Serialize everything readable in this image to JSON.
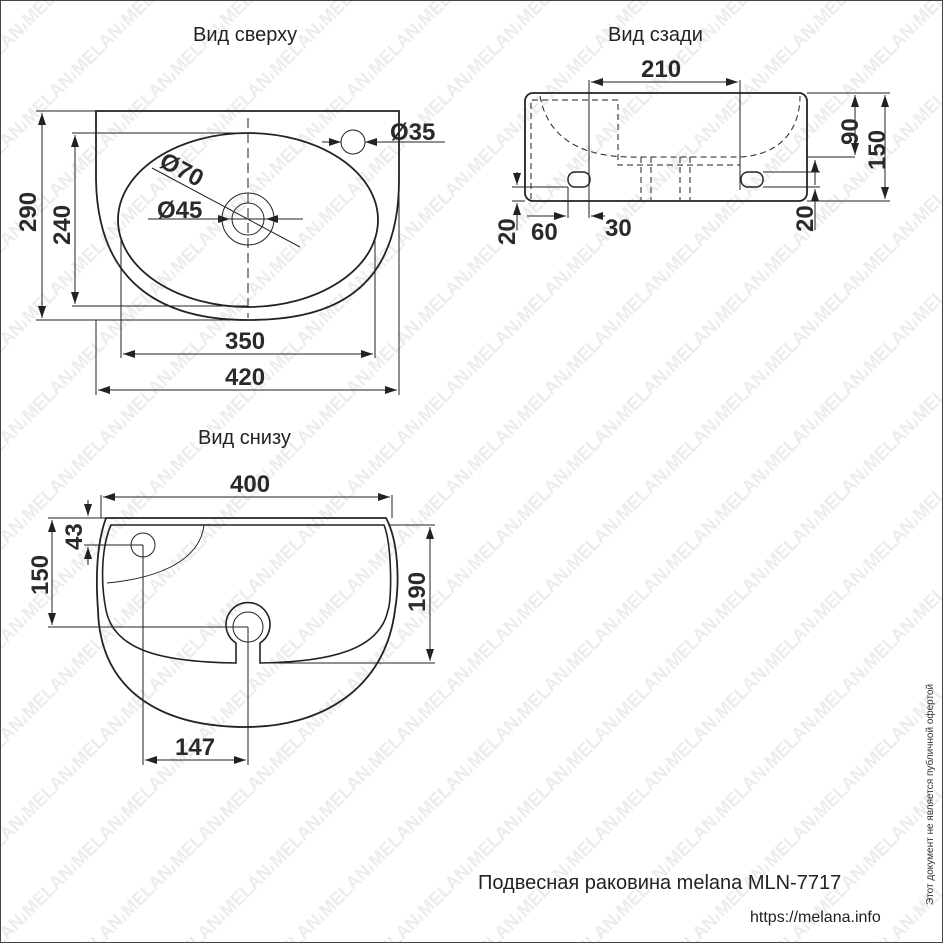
{
  "views": {
    "top": {
      "title": "Вид сверху",
      "dims": {
        "width_outer": "420",
        "width_bowl": "350",
        "depth_outer": "290",
        "depth_bowl": "240",
        "faucet_hole": "Ø35",
        "drain_outer": "Ø70",
        "drain_inner": "Ø45"
      }
    },
    "back": {
      "title": "Вид сзади",
      "dims": {
        "mount_spacing": "210",
        "bowl_depth": "90",
        "height": "150",
        "left_offset": "60",
        "hole_width": "30",
        "hole_height_left": "20",
        "hole_height_right": "20"
      }
    },
    "bottom": {
      "title": "Вид снизу",
      "dims": {
        "width": "400",
        "faucet_offset_y": "43",
        "drain_offset_y": "150",
        "depth": "190",
        "drain_offset_x": "147"
      }
    }
  },
  "footer": {
    "caption": "Подвесная раковина melana MLN-7717",
    "url": "https://melana.info",
    "disclaimer": "Этот документ не является публичной офертой"
  },
  "watermark": "MELANA"
}
